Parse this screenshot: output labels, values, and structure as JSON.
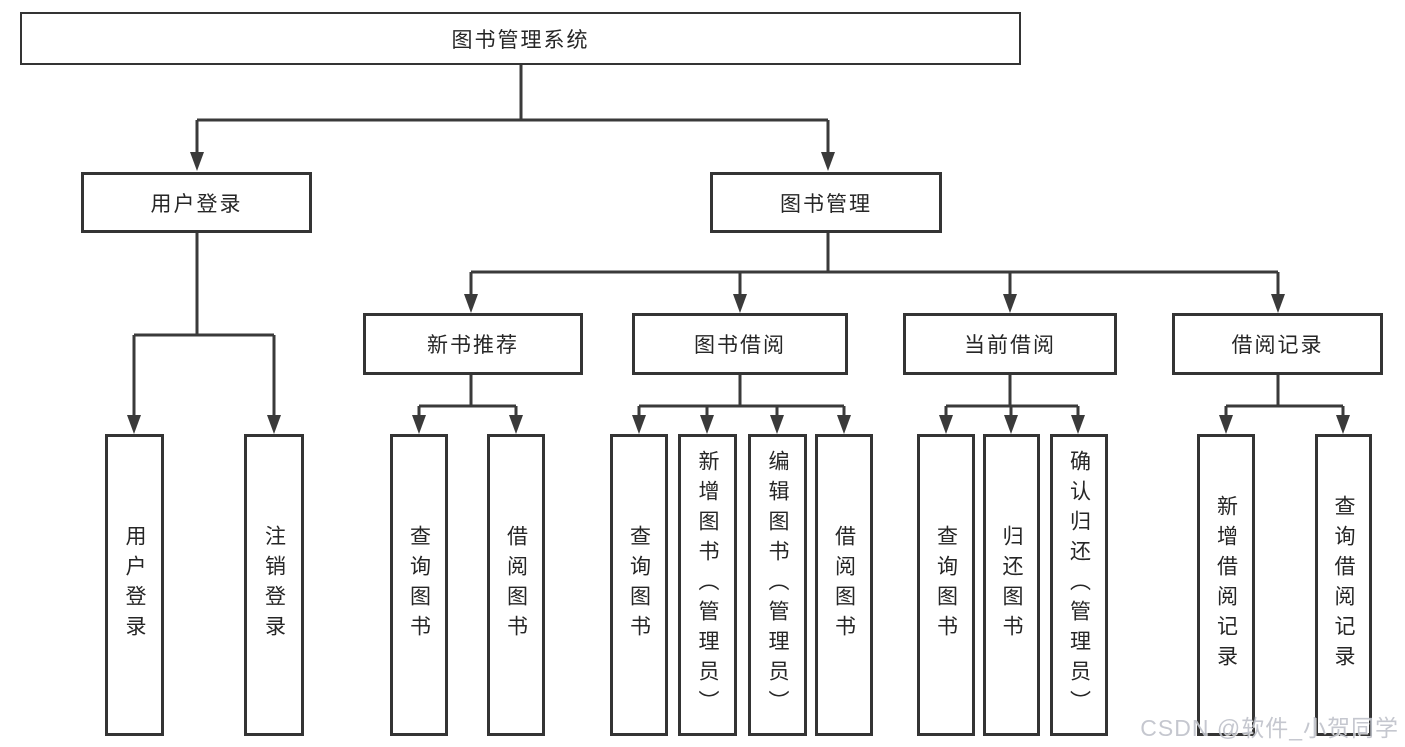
{
  "tree": {
    "root": {
      "label": "图书管理系统"
    },
    "children": [
      {
        "label": "用户登录",
        "children": [
          {
            "label": "用户登录"
          },
          {
            "label": "注销登录"
          }
        ]
      },
      {
        "label": "图书管理",
        "children": [
          {
            "label": "新书推荐",
            "children": [
              {
                "label": "查询图书"
              },
              {
                "label": "借阅图书"
              }
            ]
          },
          {
            "label": "图书借阅",
            "children": [
              {
                "label": "查询图书"
              },
              {
                "label": "新增图书（管理员）"
              },
              {
                "label": "编辑图书（管理员）"
              },
              {
                "label": "借阅图书"
              }
            ]
          },
          {
            "label": "当前借阅",
            "children": [
              {
                "label": "查询图书"
              },
              {
                "label": "归还图书"
              },
              {
                "label": "确认归还（管理员）"
              }
            ]
          },
          {
            "label": "借阅记录",
            "children": [
              {
                "label": "新增借阅记录"
              },
              {
                "label": "查询借阅记录"
              }
            ]
          }
        ]
      }
    ]
  },
  "watermark": {
    "text": "CSDN @软件_小贺同学"
  },
  "colors": {
    "line": "#3a3a3a",
    "box_border": "#343434",
    "box_fill": "#ffffff",
    "text": "#262626",
    "watermark": "#bfc2ca"
  }
}
